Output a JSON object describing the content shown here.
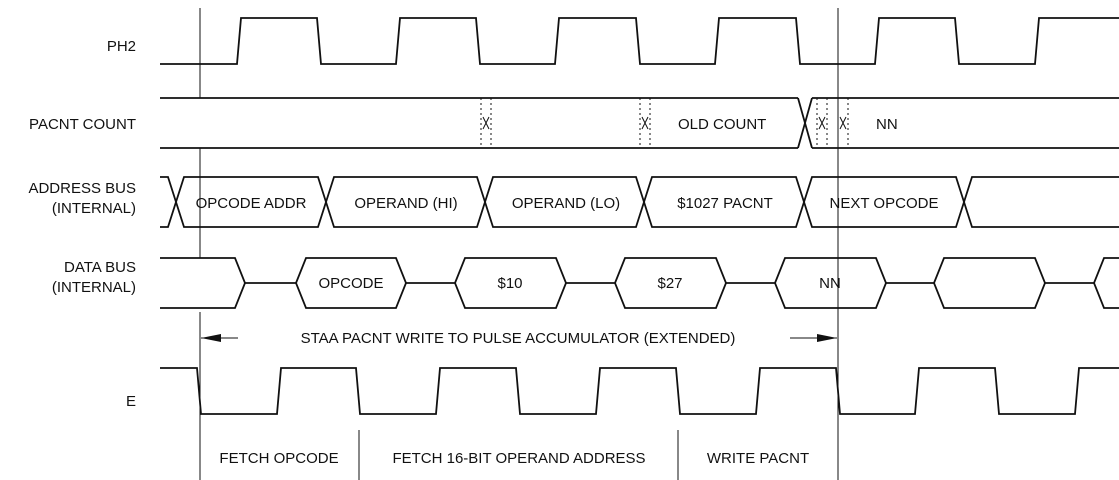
{
  "signals": {
    "ph2": "PH2",
    "pacnt_count": "PACNT COUNT",
    "address_bus": [
      "ADDRESS BUS",
      "(INTERNAL)"
    ],
    "data_bus": [
      "DATA BUS",
      "(INTERNAL)"
    ],
    "e": "E"
  },
  "pacnt_values": [
    "OLD COUNT",
    "NN"
  ],
  "address_values": [
    "OPCODE ADDR",
    "OPERAND (HI)",
    "OPERAND (LO)",
    "$1027  PACNT",
    "NEXT OPCODE"
  ],
  "data_values": [
    "OPCODE",
    "$10",
    "$27",
    "NN"
  ],
  "instruction": "STAA PACNT  WRITE TO PULSE ACCUMULATOR (EXTENDED)",
  "phases": [
    "FETCH OPCODE",
    "FETCH 16-BIT OPERAND ADDRESS",
    "WRITE PACNT"
  ]
}
